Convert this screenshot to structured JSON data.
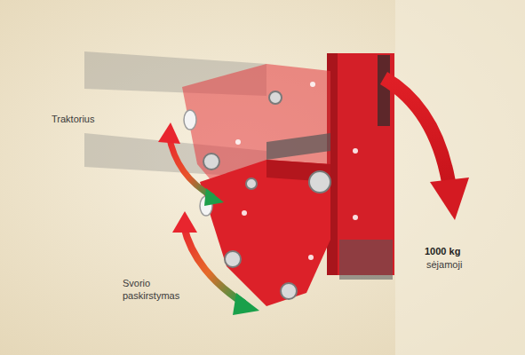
{
  "diagram": {
    "labels": [
      "Traktorius",
      "Svorio paskirstymas",
      "1000 kg",
      "sėjamoji"
    ]
  }
}
